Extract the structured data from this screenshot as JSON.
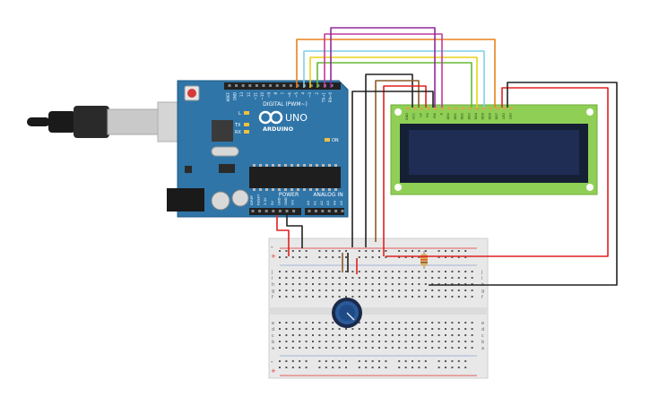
{
  "arduino": {
    "brand": "ARDUINO",
    "model": "UNO",
    "digital_label": "DIGITAL (PWM~)",
    "analog_label": "ANALOG IN",
    "power_label": "POWER",
    "led_l": "L",
    "led_tx": "TX",
    "led_rx": "RX",
    "led_on": "ON",
    "top_pin_labels": [
      "AREF",
      "GND",
      "13",
      "12",
      "~11",
      "~10",
      "~9",
      "8",
      "7",
      "~6",
      "~5",
      "4",
      "~3",
      "2",
      "TX→1",
      "RX←0"
    ],
    "power_pin_labels": [
      "IOREF",
      "RESET",
      "3.3V",
      "5V",
      "GND",
      "GND",
      "Vin"
    ],
    "analog_pin_labels": [
      "A0",
      "A1",
      "A2",
      "A3",
      "A4",
      "A5"
    ]
  },
  "lcd": {
    "pin_labels": [
      "GND",
      "VCC",
      "V0",
      "RS",
      "RW",
      "E",
      "DB0",
      "DB1",
      "DB2",
      "DB3",
      "DB4",
      "DB5",
      "DB6",
      "DB7",
      "LED",
      "LED"
    ]
  },
  "breadboard": {
    "row_letters_top": [
      "j",
      "i",
      "h",
      "g",
      "f"
    ],
    "row_letters_bottom": [
      "e",
      "d",
      "c",
      "b",
      "a"
    ],
    "rail_plus": "+",
    "rail_minus": "-"
  },
  "colors": {
    "arduino_body": "#2f75a8",
    "lcd_body": "#8fcf55",
    "lcd_screen": "#1f2d55",
    "wire_red": "#e02020",
    "wire_black": "#222222",
    "wire_orange": "#e8821e",
    "wire_brown": "#8a5a2b",
    "wire_purple": "#8e2a9a",
    "wire_magenta": "#c23a9e",
    "wire_yellow": "#e8d21a",
    "wire_green": "#66b832",
    "wire_cyan": "#7ed0e6"
  }
}
